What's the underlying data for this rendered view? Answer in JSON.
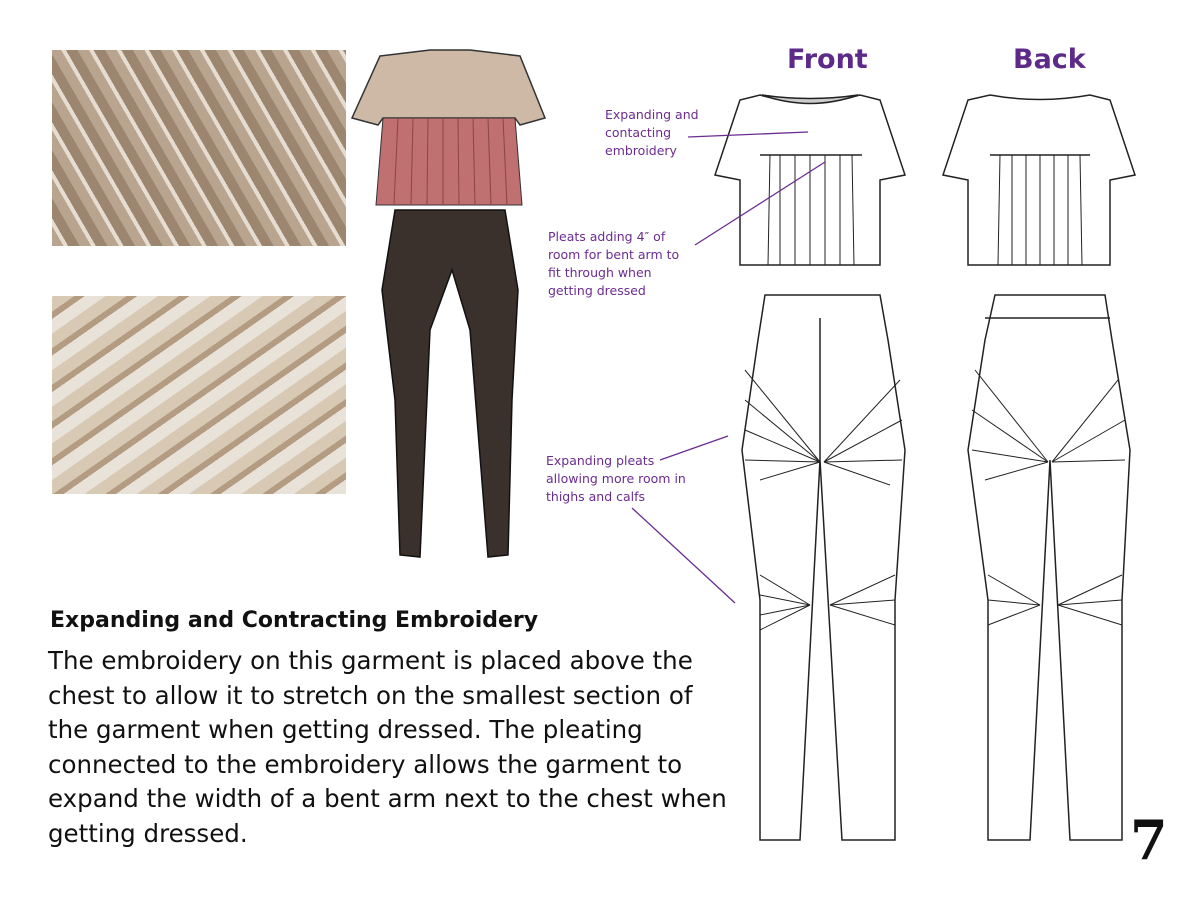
{
  "views": {
    "front": "Front",
    "back": "Back"
  },
  "annotations": {
    "embroidery": "Expanding and contacting embroidery",
    "pleats": "Pleats adding 4″ of room for bent arm to fit through when getting dressed",
    "leg_pleats": "Expanding pleats allowing more room in thighs and calfs"
  },
  "heading": "Expanding and Contracting Embroidery",
  "body": "The embroidery on this garment is placed above the chest to allow it to stretch on the smallest section of the garment when getting dressed. The pleating connected to the embroidery allows the garment to expand the width of a bent arm next to the chest when getting dressed.",
  "page_number": "7",
  "colors": {
    "annotation": "#6b2c91",
    "pleat_fabric": "#c07070",
    "leggings": "#3a302c"
  }
}
